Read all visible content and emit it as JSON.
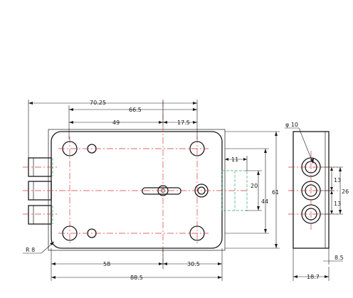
{
  "colors": {
    "outline": "#1a1a1a",
    "centerline": "#d33a3a",
    "hidden_line": "#3aa86a",
    "background": "#ffffff"
  },
  "dimensions": {
    "d_70_25": "70.25",
    "d_66_5": "66.5",
    "d_49": "49",
    "d_17_5": "17.5",
    "d_11": "11",
    "d_20": "20",
    "d_44": "44",
    "d_61": "61",
    "d_58": "58",
    "d_30_5": "30.5",
    "d_88_5": "88.5",
    "r_8": "R 8",
    "phi_10": "φ 10",
    "d_13a": "13",
    "d_13b": "13",
    "d_26": "26",
    "d_8_5": "8.5",
    "d_18_7": "18.7"
  }
}
